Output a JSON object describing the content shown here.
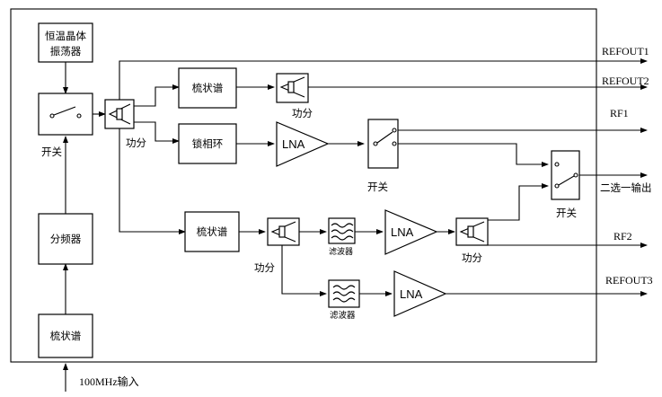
{
  "blocks": {
    "ocxo": "恒温晶体振荡器",
    "comb1": "梳状谱",
    "pll": "锁相环",
    "comb2": "梳状谱",
    "divider": "分频器",
    "comb_input": "梳状谱"
  },
  "amps": {
    "lna1": "LNA",
    "lna2": "LNA",
    "lna3": "LNA"
  },
  "labels": {
    "switch_left": "开关",
    "splitter_main": "功分",
    "splitter_refout2": "功分",
    "switch_rf1": "开关",
    "switch_out": "开关",
    "splitter_comb2": "功分",
    "splitter_rf2": "功分",
    "filter1": "滤波器",
    "filter2": "滤波器",
    "input": "100MHz输入"
  },
  "outputs": {
    "refout1": "REFOUT1",
    "refout2": "REFOUT2",
    "rf1": "RF1",
    "select": "二选一输出",
    "rf2": "RF2",
    "refout3": "REFOUT3"
  }
}
